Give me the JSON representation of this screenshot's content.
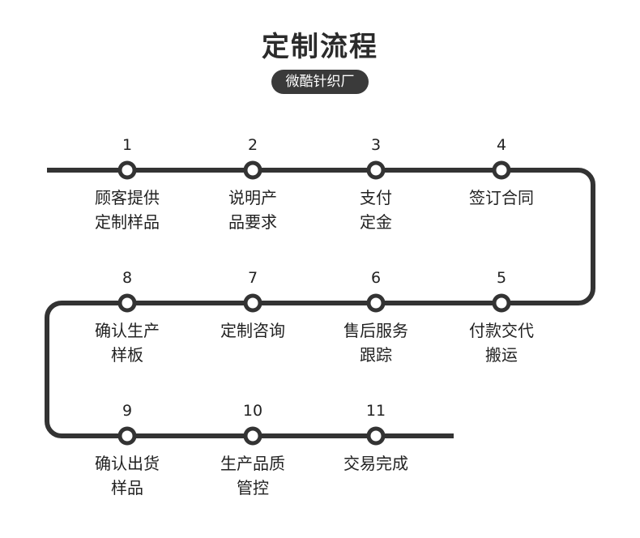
{
  "title": "定制流程",
  "subtitle": "微酷针织厂",
  "colors": {
    "line": "#333333",
    "node_fill": "#ffffff",
    "badge": "#3a3a3a",
    "text": "#222222"
  },
  "steps": [
    {
      "num": "1",
      "lines": [
        "顾客提供",
        "定制样品"
      ]
    },
    {
      "num": "2",
      "lines": [
        "说明产",
        "品要求"
      ]
    },
    {
      "num": "3",
      "lines": [
        "支付",
        "定金"
      ]
    },
    {
      "num": "4",
      "lines": [
        "签订合同"
      ]
    },
    {
      "num": "5",
      "lines": [
        "付款交代",
        "搬运"
      ]
    },
    {
      "num": "6",
      "lines": [
        "售后服务",
        "跟踪"
      ]
    },
    {
      "num": "7",
      "lines": [
        "定制咨询"
      ]
    },
    {
      "num": "8",
      "lines": [
        "确认生产",
        "样板"
      ]
    },
    {
      "num": "9",
      "lines": [
        "确认出货",
        "样品"
      ]
    },
    {
      "num": "10",
      "lines": [
        "生产品质",
        "管控"
      ]
    },
    {
      "num": "11",
      "lines": [
        "交易完成"
      ]
    }
  ]
}
